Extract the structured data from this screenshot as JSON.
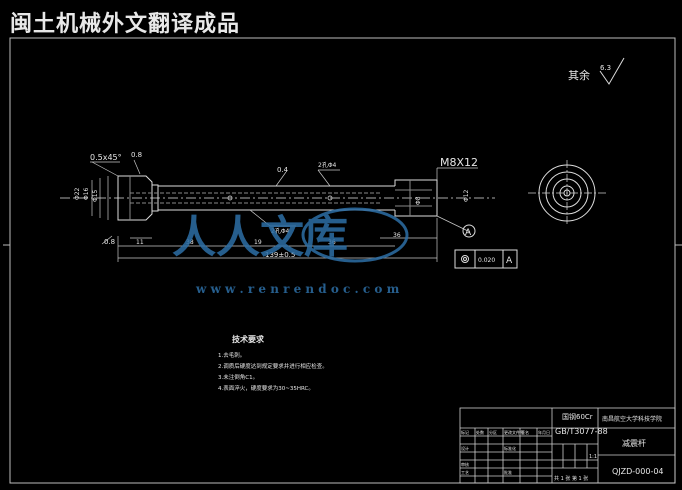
{
  "banner_title": "闽土机械外文翻译成品",
  "roughness": {
    "label": "其余",
    "value": "6.3"
  },
  "dims": {
    "chamfer": "0.5x45°",
    "r_top": "0.8",
    "d1": "Φ22",
    "d2": "Φ16",
    "d3": "Φ15",
    "runout": "0.4",
    "hole2": "2孔Φ4",
    "hole2b": "2孔Φ4",
    "thread": "M8X12",
    "d_right": "Φ12",
    "d_mid": "Φ8",
    "len_36": "36",
    "len_38": "38",
    "len_19": "19",
    "len_11": "11",
    "len_36b": "36",
    "total": "139±0.5",
    "r_bottom": "0.8",
    "datum": "A",
    "tol_value": "0.020",
    "tol_datum": "A"
  },
  "watermark": {
    "main": "人人文库",
    "url": "w w w . r e n r e n d o c . c o m"
  },
  "tech_req": {
    "title": "技术要求",
    "lines": [
      "1.去毛刺。",
      "2.调质后硬度达到规定要求并进行相应检查。",
      "3.未注倒角C1。",
      "4.表面淬火，硬度要求为30~35HRC。"
    ]
  },
  "title_block": {
    "material": "国钢60Cr",
    "standard": "GB/T3077-88",
    "school": "南昌航空大学科技学院",
    "part_name": "减震杆",
    "drawing_no": "QJZD-000-04",
    "scale": "1:1",
    "sheet": "共 1 张 第 1 张",
    "row_labels": [
      "标记",
      "处数",
      "分区",
      "更改文件号",
      "签名",
      "年月日"
    ],
    "role_labels": [
      "设计",
      "标准化",
      "审核",
      "工艺",
      "批准"
    ]
  }
}
